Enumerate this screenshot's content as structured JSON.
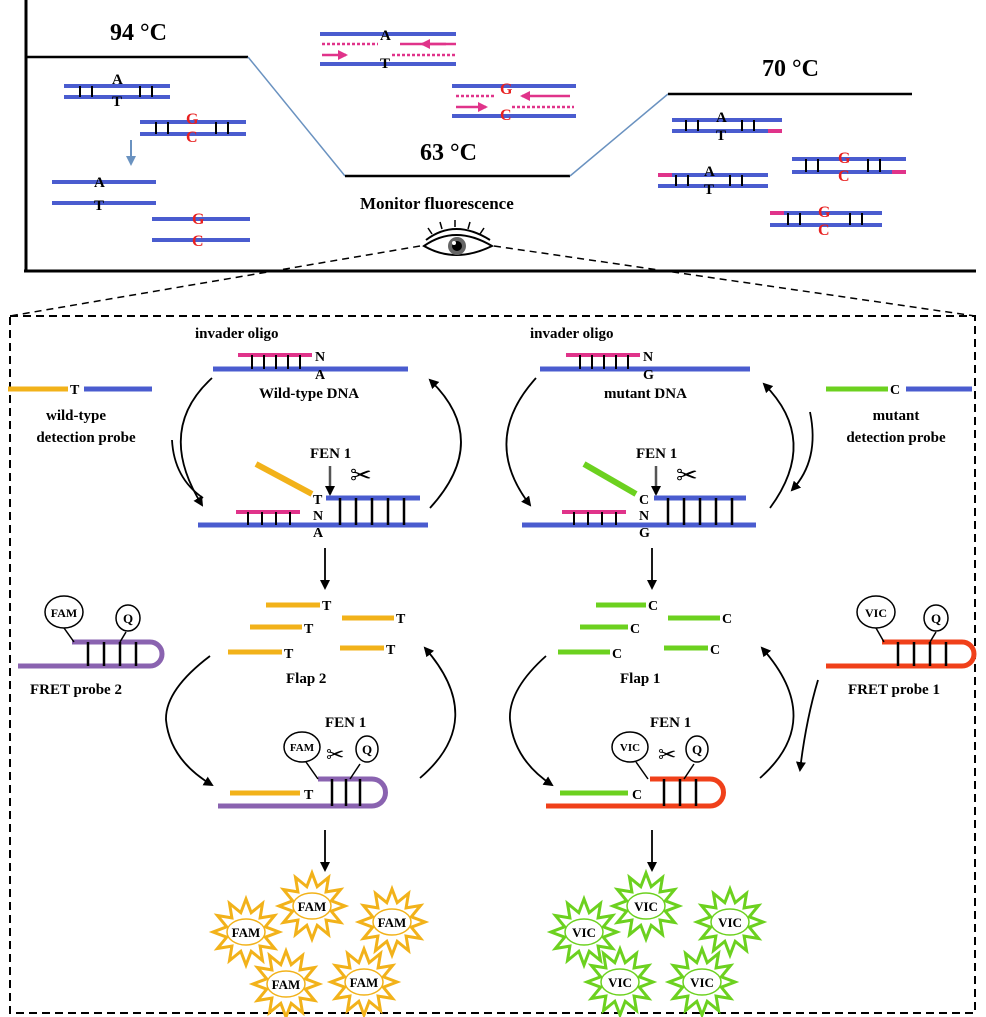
{
  "colors": {
    "strand": "#4a5ccf",
    "invader": "#e0338a",
    "flap_wt": "#f2b21a",
    "flap_mut": "#6cd11f",
    "fret2": "#8a63b0",
    "fret1": "#f0401a",
    "red_base": "#e82020",
    "arrow_blue": "#6a92c0",
    "star_fam": "#f2b21a",
    "star_vic": "#6cd11f"
  },
  "top": {
    "temp_denature": "94 °C",
    "temp_anneal": "63 °C",
    "temp_extend": "70 °C",
    "monitor_label": "Monitor fluorescence",
    "bases": {
      "a": "A",
      "t": "T",
      "g": "G",
      "c": "C"
    }
  },
  "bottom": {
    "wt": {
      "invader_label": "invader oligo",
      "dna_label": "Wild-type DNA",
      "probe_label_line1": "wild-type",
      "probe_label_line2": "detection probe",
      "probe_base": "T",
      "target_base": "A",
      "n_base": "N",
      "fen_label": "FEN 1",
      "flap_label": "Flap 2",
      "fret_label": "FRET probe 2",
      "fen2_label": "FEN 1",
      "dye": "FAM",
      "quencher": "Q"
    },
    "mut": {
      "invader_label": "invader oligo",
      "dna_label": "mutant DNA",
      "probe_label_line1": "mutant",
      "probe_label_line2": "detection probe",
      "probe_base": "C",
      "target_base": "G",
      "n_base": "N",
      "fen_label": "FEN 1",
      "flap_label": "Flap 1",
      "fret_label": "FRET probe 1",
      "fen2_label": "FEN 1",
      "dye": "VIC",
      "quencher": "Q"
    }
  }
}
